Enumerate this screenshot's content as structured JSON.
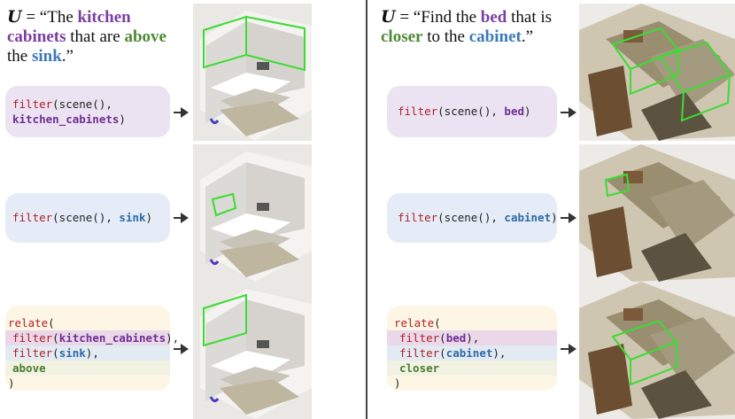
{
  "left": {
    "utterance": {
      "prefix": " = “The ",
      "kw1": "kitchen cabinets",
      "mid1": " that are ",
      "kw2": "above",
      "mid2": " the ",
      "kw3": "sink",
      "suffix": ".”"
    },
    "step1": {
      "fn": "filter",
      "open": "(scene(),",
      "arg": "kitchen_cabinets",
      "close": ")"
    },
    "step2": {
      "fn": "filter",
      "open": "(scene(), ",
      "arg": "sink",
      "close": ")"
    },
    "step3": {
      "fn": "relate",
      "open": "(",
      "sub1_fn": "filter",
      "sub1_arg": "kitchen_cabinets",
      "sub1_close": "),",
      "sub2_fn": "filter",
      "sub2_arg": "sink",
      "sub2_close": "),",
      "relation": "above",
      "close": ")"
    }
  },
  "right": {
    "utterance": {
      "prefix": " = “Find the ",
      "kw1": "bed",
      "mid1": " that is ",
      "kw2": "closer",
      "mid2": " to the ",
      "kw3": "cabinet",
      "suffix": ".”"
    },
    "step1": {
      "fn": "filter",
      "open": "(scene(), ",
      "arg": "bed",
      "close": ")"
    },
    "step2": {
      "fn": "filter",
      "open": "(scene(), ",
      "arg": "cabinet",
      "close": ")"
    },
    "step3": {
      "fn": "relate",
      "open": "(",
      "sub1_fn": "filter",
      "sub1_arg": "bed",
      "sub1_close": "),",
      "sub2_fn": "filter",
      "sub2_arg": "cabinet",
      "sub2_close": "),",
      "relation": "closer",
      "close": ")"
    }
  },
  "symbol": "U",
  "colors": {
    "purple": "#7a3fa0",
    "green": "#4d8a34",
    "blue": "#3d79b5",
    "box_green": "#3cdc32"
  }
}
